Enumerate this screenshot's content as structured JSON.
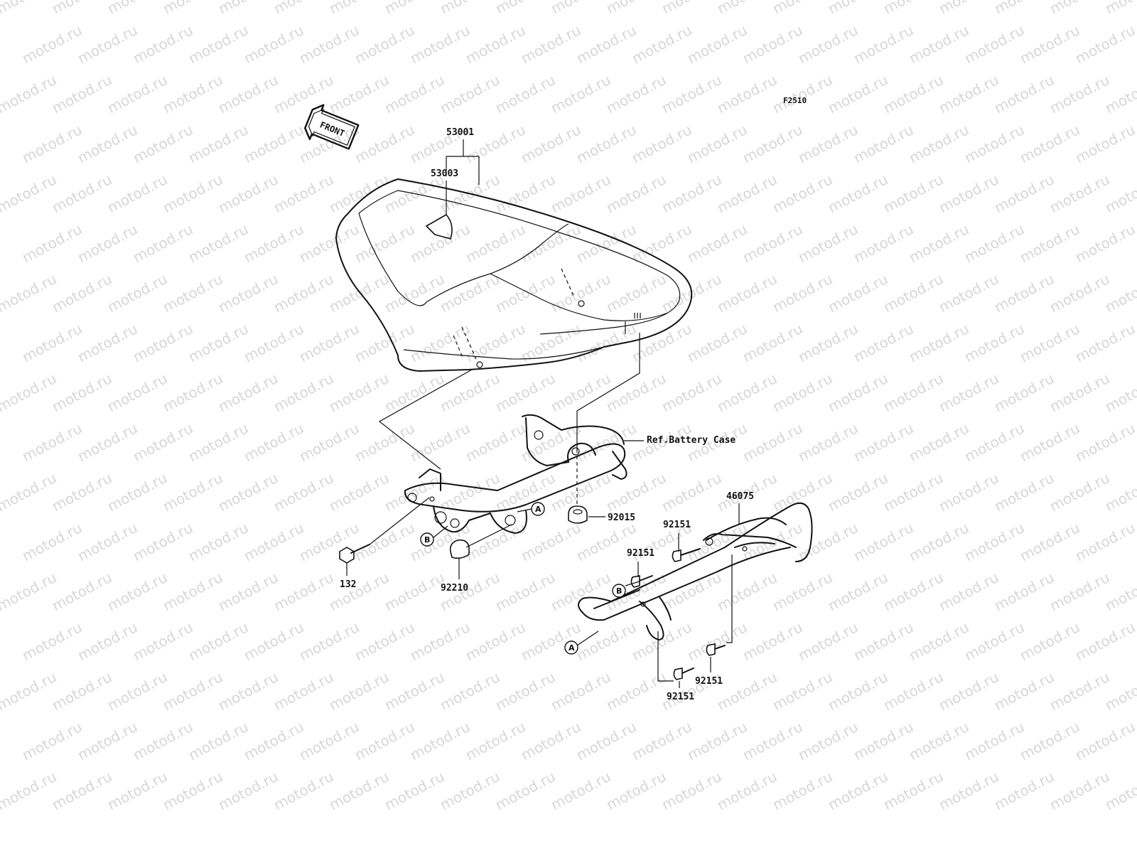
{
  "diagram": {
    "figure_code": "F2510",
    "watermark_text": "motod.ru",
    "front_arrow_label": "FRONT",
    "parts": [
      {
        "id": "53001",
        "label": "53001"
      },
      {
        "id": "53003",
        "label": "53003"
      },
      {
        "id": "ref-battery-case",
        "label": "Ref.Battery Case"
      },
      {
        "id": "46075",
        "label": "46075"
      },
      {
        "id": "92015",
        "label": "92015"
      },
      {
        "id": "92151-a",
        "label": "92151"
      },
      {
        "id": "92151-b",
        "label": "92151"
      },
      {
        "id": "92151-c",
        "label": "92151"
      },
      {
        "id": "92151-d",
        "label": "92151"
      },
      {
        "id": "132",
        "label": "132"
      },
      {
        "id": "92210",
        "label": "92210"
      }
    ],
    "markers": {
      "a": "A",
      "b": "B"
    },
    "colors": {
      "line": "#111111",
      "watermark": "#d7d7d7",
      "background": "#ffffff"
    }
  }
}
